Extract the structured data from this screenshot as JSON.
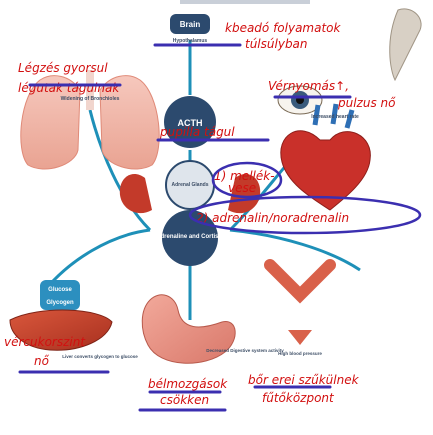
{
  "labels": {
    "brain": "Brain",
    "hypothalamus": "Hypothalamus",
    "bronchioles": "Widening of Bronchioles",
    "acth": "ACTH",
    "adrenal": "Adrenal Glands",
    "hormones": "Adrenaline and Cortisol",
    "glucose": "Glucose",
    "glycogen": "Glycogen",
    "liver": "Liver converts glycogen to glucose",
    "digestive": "Decreased Digestive system activity",
    "bp": "High blood pressure",
    "heart": "Increased heart rate"
  },
  "annotations": {
    "hypothalamus_note_1": "kbeadó folyamatok",
    "hypothalamus_note_2": "túlsúlyban",
    "lungs_note_1": "Légzés gyorsul",
    "lungs_note_2": "légutak tágulnak",
    "heart_note_1": "Vérnyomás↑,",
    "heart_note_2": "pulzus nő",
    "pupil_note": "pupilla tágul",
    "adrenal_note_1": "1) mellék-",
    "adrenal_note_2": "vese",
    "hormone_note": "2) adrenalin/noradrenalin",
    "liver_note_1": "vércukorszint",
    "liver_note_2": "nő",
    "gut_note_1": "bélmozgások",
    "gut_note_2": "csökken",
    "vessel_note_1": "bőr erei szűkülnek",
    "vessel_note_2": "fűtőközpont"
  },
  "colors": {
    "annotation": "#d21010",
    "underline": "#3b2fb0",
    "pathway": "#1e90b8",
    "node": "#2c4a6e"
  },
  "icons": [
    "brain-icon",
    "lungs-icon",
    "eye-icon",
    "heart-icon",
    "adrenal-icon",
    "liver-icon",
    "stomach-icon",
    "vessel-icon"
  ]
}
